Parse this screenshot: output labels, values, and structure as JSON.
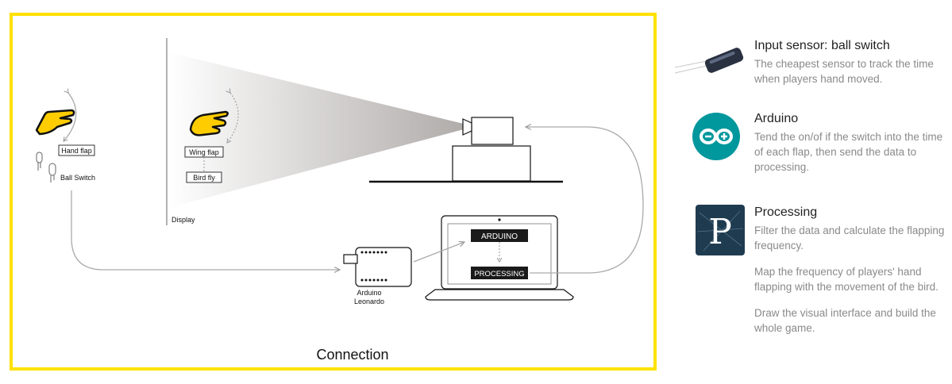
{
  "diagram": {
    "caption": "Connection",
    "frame_color": "#FFE100",
    "accent_color": "#FFCC00",
    "labels": {
      "hand_flap": "Hand flap",
      "ball_switch": "Ball Switch",
      "wing_flap": "Wing flap",
      "bird_fly": "Bird fly",
      "display": "Display",
      "arduino_board_line1": "Arduino",
      "arduino_board_line2": "Leonardo",
      "arduino_box": "ARDUINO",
      "processing_box": "PROCESSING"
    }
  },
  "sidebar": {
    "items": [
      {
        "title": "Input sensor: ball switch",
        "desc": "The cheapest sensor to track the time when players hand moved.",
        "icon": "ball-switch-sensor-icon"
      },
      {
        "title": "Arduino",
        "desc": "Tend the on/of if the switch into the time of each flap, then send the data to processing.",
        "icon": "arduino-logo-icon",
        "color": "#00979D"
      },
      {
        "title": "Processing",
        "desc": "Filter the data and calculate the flapping frequency.",
        "desc2": "Map the frequency of players' hand flapping with the movement of the bird.",
        "desc3": "Draw the visual interface and build the whole game.",
        "icon": "processing-logo-icon",
        "color": "#1F3B50"
      }
    ]
  }
}
